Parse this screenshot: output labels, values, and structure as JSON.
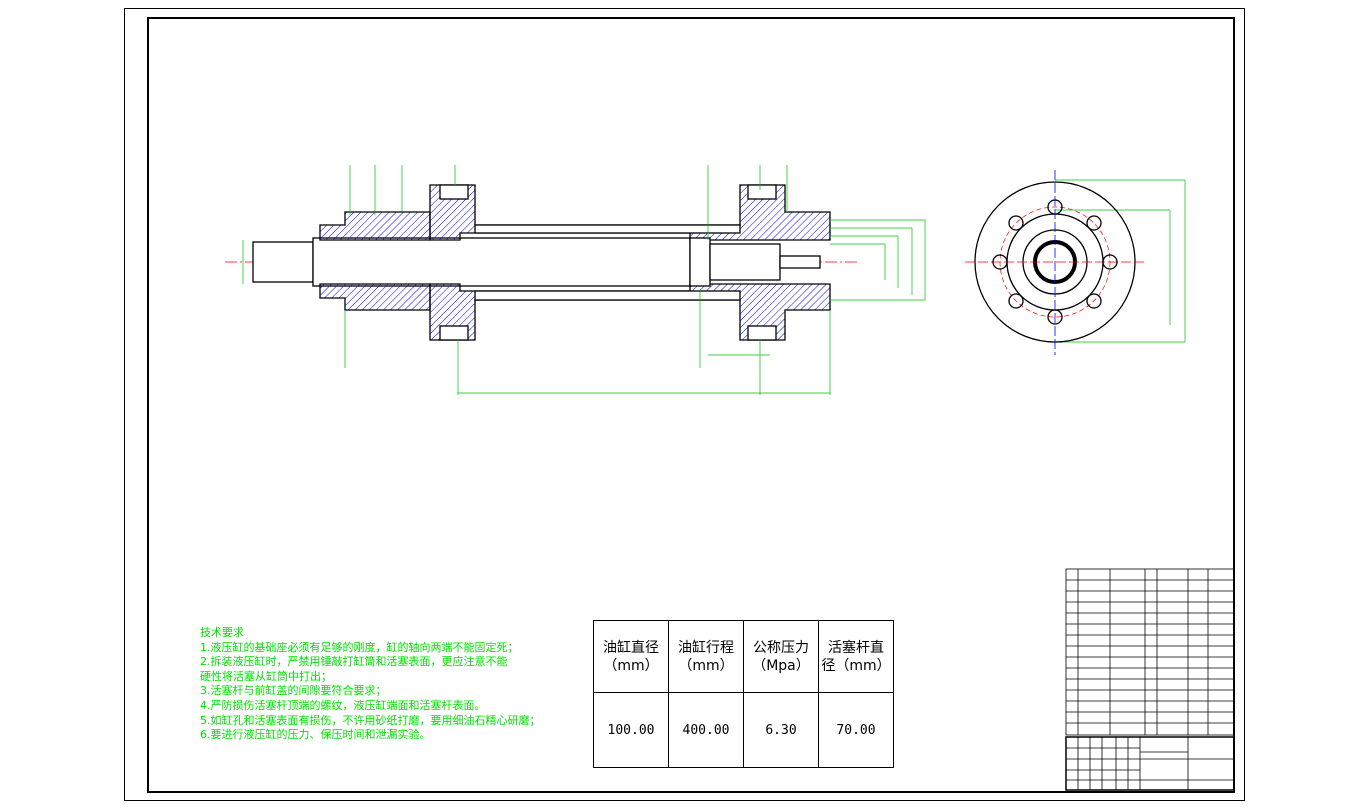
{
  "technical_requirements": {
    "title": "技术要求",
    "lines": [
      "1.液压缸的基础座必须有足够的刚度，缸的轴向两端不能固定死；",
      "2.拆装液压缸时，严禁用锤敲打缸筒和活塞表面，更应注意不能",
      "硬性将活塞从缸筒中打出；",
      "3.活塞杆与前缸盖的间隙要符合要求；",
      "4.严防损伤活塞杆顶端的螺纹，液压缸端面和活塞杆表面。",
      "5.如缸孔和活塞表面有损伤，不许用砂纸打磨，要用细油石精心研磨；",
      "6.要进行液压缸的压力、保压时间和泄漏实验。"
    ]
  },
  "spec_table": {
    "headers": [
      {
        "name": "油缸直径",
        "unit": "（mm）"
      },
      {
        "name": "油缸行程",
        "unit": "（mm）"
      },
      {
        "name": "公称压力",
        "unit": "（Mpa）"
      },
      {
        "name": "活塞杆直",
        "unit": "径（mm）"
      }
    ],
    "values": [
      "100.00",
      "400.00",
      "6.30",
      "70.00"
    ]
  },
  "colors": {
    "hatch": "#0000ff",
    "dimension": "#00c000",
    "centerline": "#ff0000",
    "text": "#00e000"
  }
}
